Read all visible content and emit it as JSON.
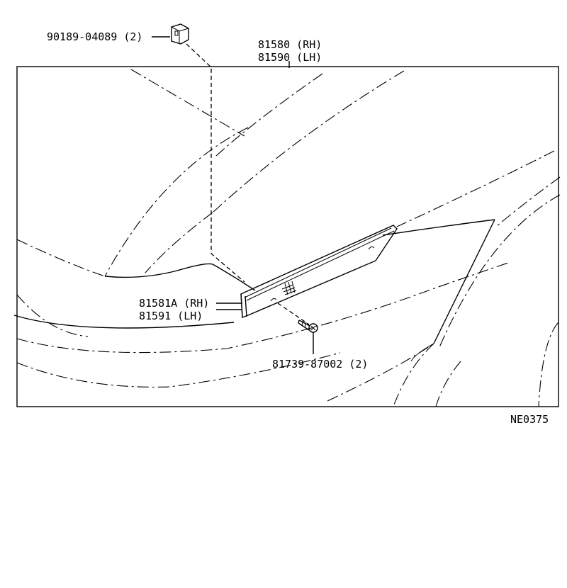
{
  "callouts": {
    "clip": "90189-04089 (2)",
    "assembly_rh": "81580 (RH)",
    "assembly_lh": "81590 (LH)",
    "lens_rh": "81581A (RH)",
    "lens_lh": "81591 (LH)",
    "screw": "81739-87002 (2)"
  },
  "diagram_code": "NE0375"
}
